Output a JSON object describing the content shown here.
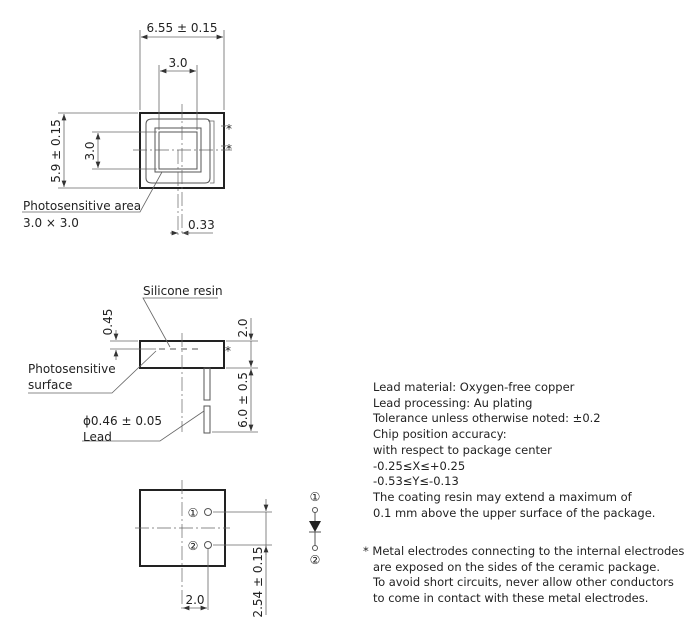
{
  "top_view": {
    "width_dim": "6.55 ± 0.15",
    "chip_width_dim": "3.0",
    "height_dim": "5.9 ± 0.15",
    "chip_height_dim": "3.0",
    "offset_dim": "0.33",
    "photosensitive_label": "Photosensitive area",
    "photosensitive_size": "3.0 × 3.0",
    "asterisk": "*"
  },
  "side_view": {
    "resin_label": "Silicone resin",
    "resin_dim": "0.45",
    "height_dim": "2.0",
    "lead_length_dim": "6.0 ± 0.5",
    "surface_label_1": "Photosensitive",
    "surface_label_2": "surface",
    "lead_dia": "ϕ0.46 ± 0.05",
    "lead_label": "Lead",
    "asterisk": "*"
  },
  "bottom_view": {
    "pin1": "①",
    "pin2": "②",
    "pitch_dim": "2.54 ± 0.15",
    "offset_dim": "2.0"
  },
  "notes": [
    "Lead material: Oxygen-free copper",
    "Lead processing: Au plating",
    "Tolerance unless otherwise noted: ±0.2",
    "Chip position accuracy:",
    "with respect to package center",
    "-0.25≤X≤+0.25",
    "-0.53≤Y≤-0.13",
    "The coating resin may extend a maximum of",
    "0.1 mm above the upper surface of the package."
  ],
  "footnote": [
    "* Metal electrodes connecting to the internal electrodes",
    "are exposed on the sides of the ceramic package.",
    "To avoid short circuits, never allow other conductors",
    "to come in contact with these metal electrodes."
  ]
}
